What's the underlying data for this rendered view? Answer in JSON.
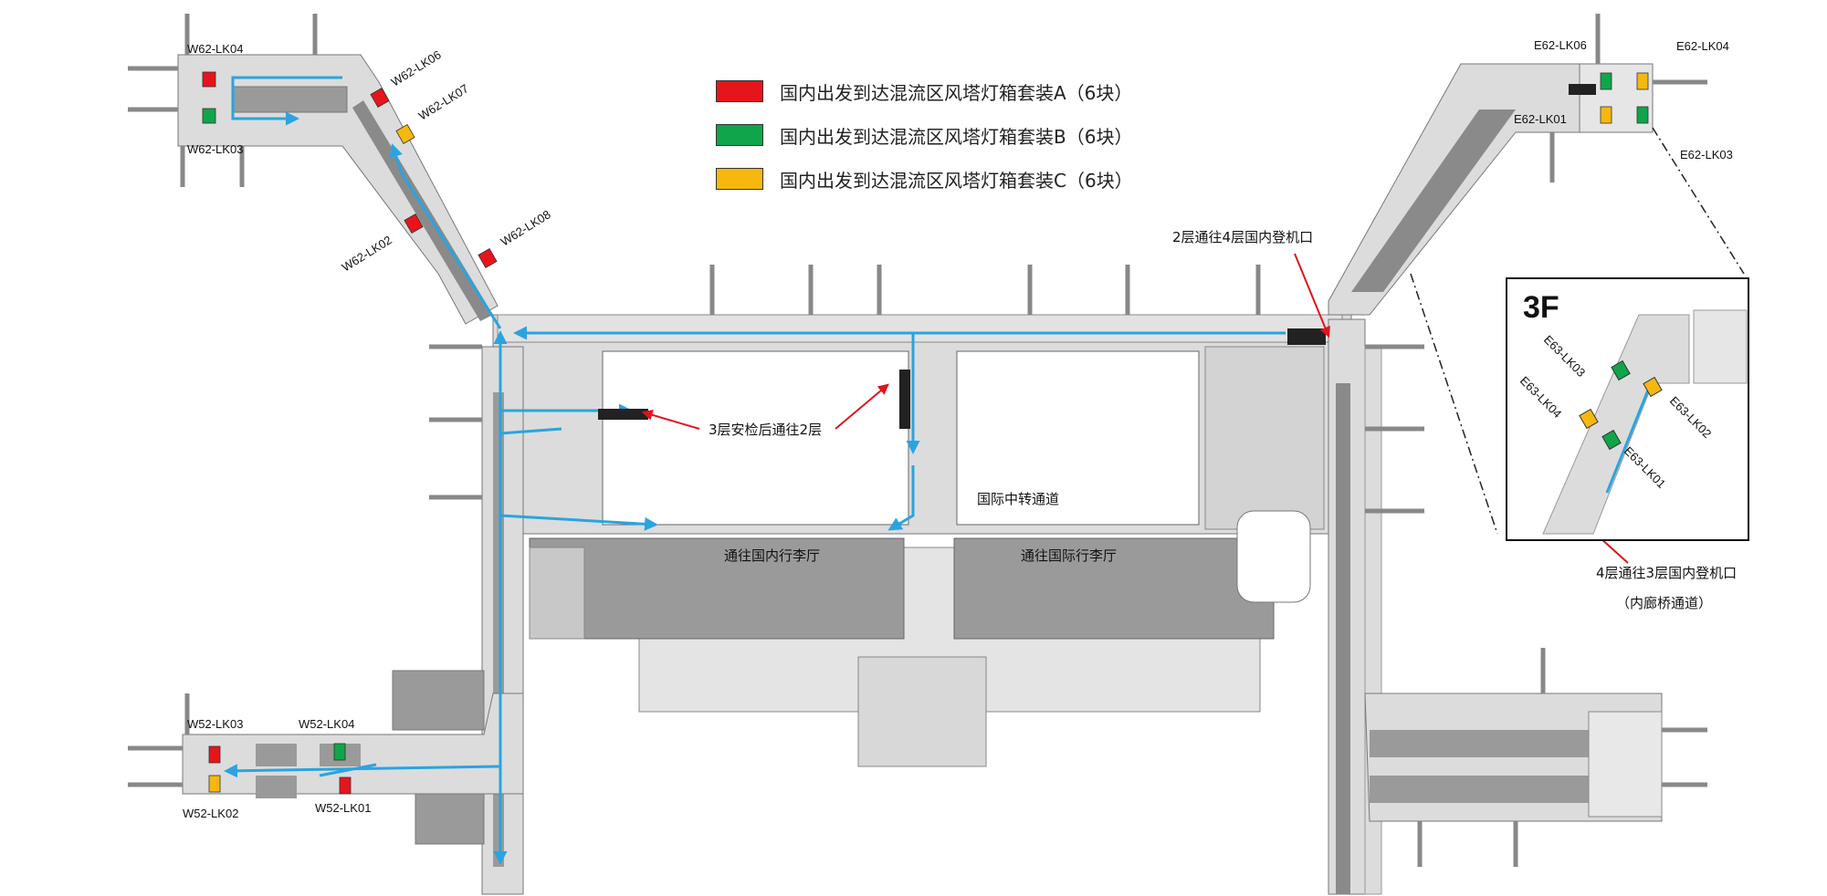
{
  "legend": [
    {
      "label": "国内出发到达混流区风塔灯箱套装A（6块）",
      "color": "#e8141b"
    },
    {
      "label": "国内出发到达混流区风塔灯箱套装B（6块）",
      "color": "#10a54a"
    },
    {
      "label": "国内出发到达混流区风塔灯箱套装C（6块）",
      "color": "#f6b80f"
    }
  ],
  "colors": {
    "floor": "#dcdcdc",
    "dark_area": "#9a9a9a",
    "route": "#2aa4e0",
    "callout": "#e0141b"
  },
  "locations": {
    "w62_lk04": "W62-LK04",
    "w62_lk03": "W62-LK03",
    "w62_lk06": "W62-LK06",
    "w62_lk07": "W62-LK07",
    "w62_lk02": "W62-LK02",
    "w62_lk08": "W62-LK08",
    "w52_lk03": "W52-LK03",
    "w52_lk04": "W52-LK04",
    "w52_lk02": "W52-LK02",
    "w52_lk01": "W52-LK01",
    "e62_lk06": "E62-LK06",
    "e62_lk04": "E62-LK04",
    "e62_lk01": "E62-LK01",
    "e62_lk03": "E62-LK03",
    "e63_lk03": "E63-LK03",
    "e63_lk04": "E63-LK04",
    "e63_lk02": "E63-LK02",
    "e63_lk01": "E63-LK01"
  },
  "annotations": {
    "security_note": "3层安检后通往2层",
    "to_4f_note": "2层通往4层国内登机口",
    "to_3f_note": "4层通往3层国内登机口",
    "corridor_note": "（内廊桥通道）",
    "intl_transfer": "国际中转通道",
    "domestic_baggage": "通往国内行李厅",
    "intl_baggage": "通往国际行李厅"
  },
  "inset": {
    "floor_label": "3F"
  }
}
